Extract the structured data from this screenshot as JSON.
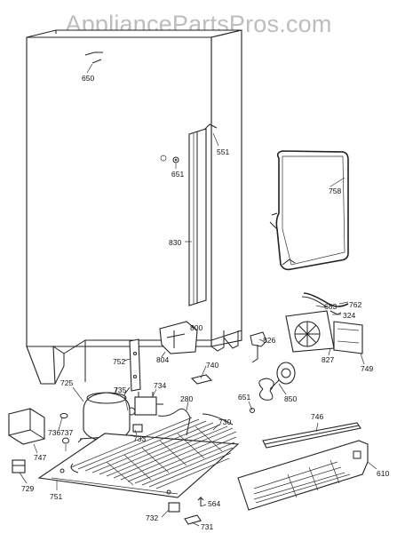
{
  "watermark": "AppliancePartsPros.com",
  "parts": [
    {
      "id": "p650",
      "label": "650"
    },
    {
      "id": "p551",
      "label": "551"
    },
    {
      "id": "p651a",
      "label": "651"
    },
    {
      "id": "p758",
      "label": "758"
    },
    {
      "id": "p830",
      "label": "830"
    },
    {
      "id": "p762",
      "label": "762"
    },
    {
      "id": "p683",
      "label": "683"
    },
    {
      "id": "p324",
      "label": "324"
    },
    {
      "id": "p800",
      "label": "800"
    },
    {
      "id": "p826",
      "label": "826"
    },
    {
      "id": "p804",
      "label": "804"
    },
    {
      "id": "p752",
      "label": "752"
    },
    {
      "id": "p740",
      "label": "740"
    },
    {
      "id": "p827",
      "label": "827"
    },
    {
      "id": "p749",
      "label": "749"
    },
    {
      "id": "p725",
      "label": "725"
    },
    {
      "id": "p735",
      "label": "735"
    },
    {
      "id": "p734",
      "label": "734"
    },
    {
      "id": "p651b",
      "label": "651"
    },
    {
      "id": "p850",
      "label": "850"
    },
    {
      "id": "p280",
      "label": "280"
    },
    {
      "id": "p746",
      "label": "746"
    },
    {
      "id": "p730",
      "label": "730"
    },
    {
      "id": "p736",
      "label": "736"
    },
    {
      "id": "p737",
      "label": "737"
    },
    {
      "id": "p747",
      "label": "747"
    },
    {
      "id": "p733",
      "label": "733"
    },
    {
      "id": "p610",
      "label": "610"
    },
    {
      "id": "p729",
      "label": "729"
    },
    {
      "id": "p751",
      "label": "751"
    },
    {
      "id": "p564",
      "label": "564"
    },
    {
      "id": "p732",
      "label": "732"
    },
    {
      "id": "p731",
      "label": "731"
    }
  ]
}
